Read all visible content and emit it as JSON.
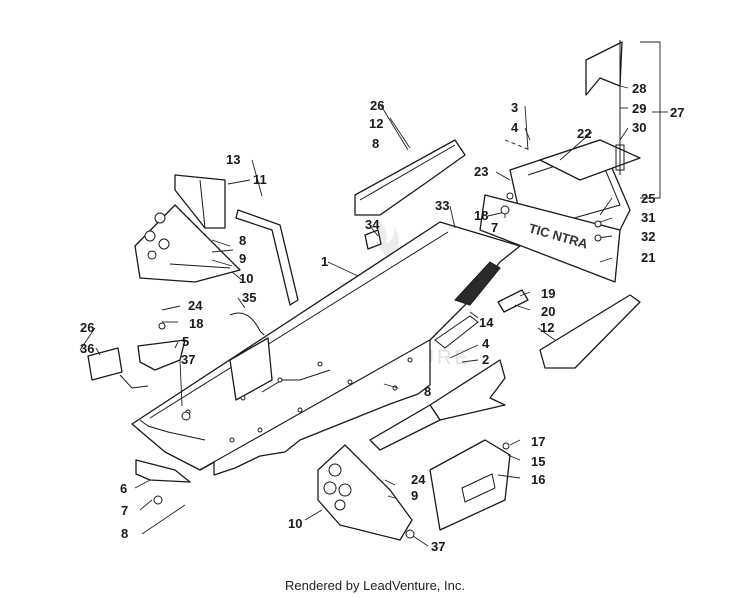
{
  "callouts": {
    "c1": "1",
    "c2": "2",
    "c3": "3",
    "c4a": "4",
    "c4b": "4",
    "c5": "5",
    "c6": "6",
    "c7a": "7",
    "c7b": "7",
    "c8a": "8",
    "c8b": "8",
    "c8c": "8",
    "c8d": "8",
    "c9a": "9",
    "c9b": "9",
    "c10a": "10",
    "c10b": "10",
    "c11": "11",
    "c12a": "12",
    "c12b": "12",
    "c13": "13",
    "c14": "14",
    "c15": "15",
    "c16": "16",
    "c17": "17",
    "c18a": "18",
    "c18b": "18",
    "c19": "19",
    "c20": "20",
    "c21": "21",
    "c22": "22",
    "c23": "23",
    "c24a": "24",
    "c24b": "24",
    "c25": "25",
    "c26a": "26",
    "c26b": "26",
    "c27": "27",
    "c28": "28",
    "c29": "29",
    "c30": "30",
    "c31": "31",
    "c32": "32",
    "c33": "33",
    "c34": "34",
    "c35": "35",
    "c36": "36",
    "c37a": "37",
    "c37b": "37"
  },
  "decal_text": "TIC NTRA",
  "watermark": "LEADVENTURE",
  "footer": "Rendered by LeadVenture, Inc."
}
